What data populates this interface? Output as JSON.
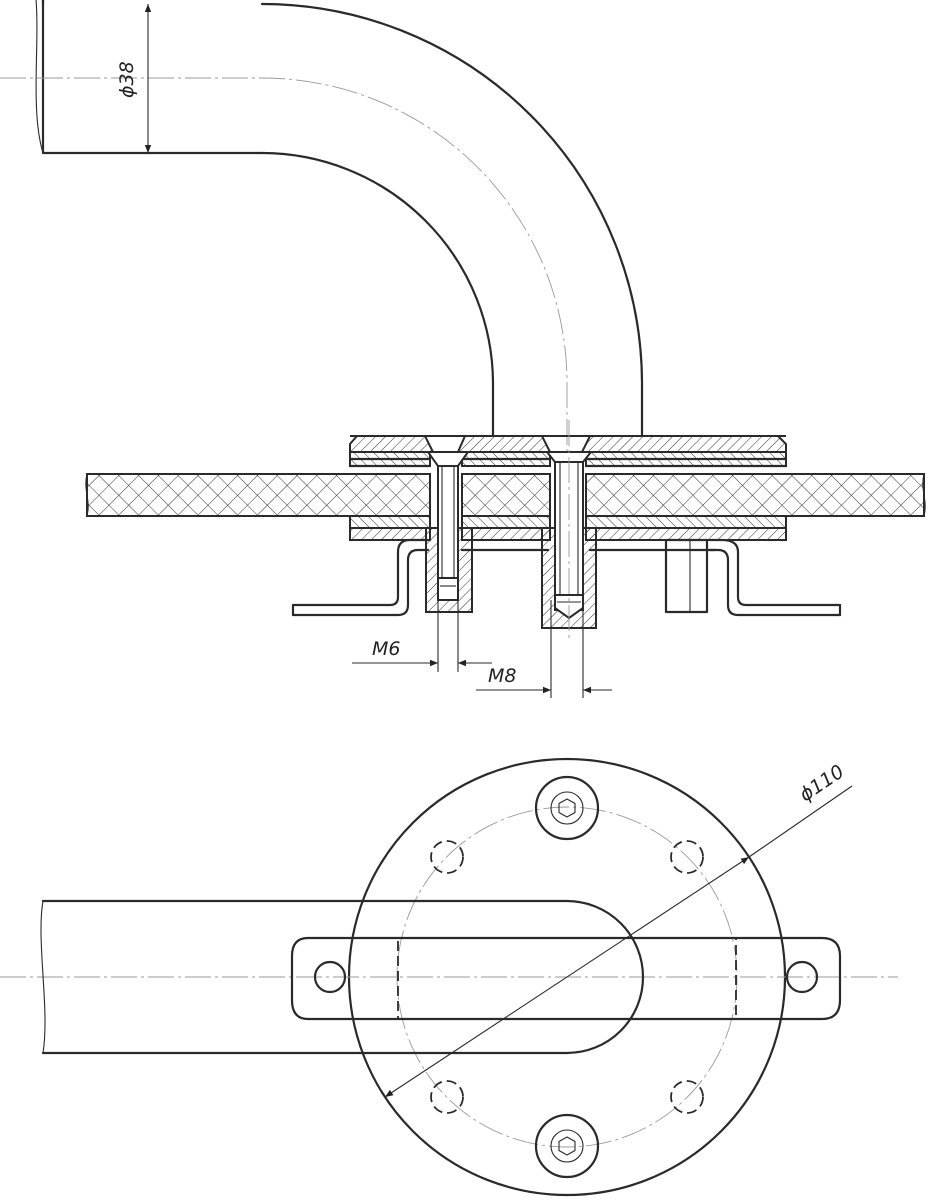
{
  "dimensions": {
    "tube_diameter": "ϕ38",
    "thread_small": "M6",
    "thread_large": "M8",
    "flange_diameter": "ϕ110"
  }
}
